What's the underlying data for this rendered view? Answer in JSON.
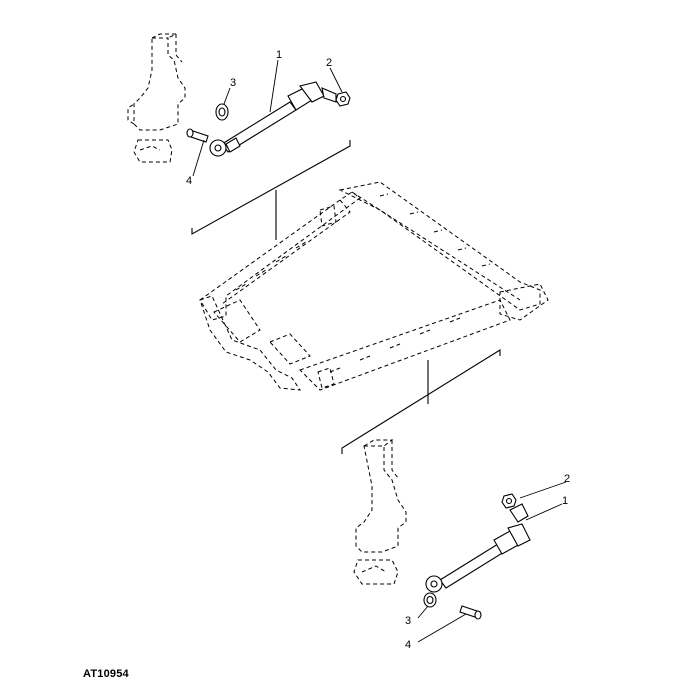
{
  "figure_id": "AT10954",
  "callouts": {
    "top": [
      {
        "number": "1"
      },
      {
        "number": "2"
      },
      {
        "number": "3"
      },
      {
        "number": "4"
      }
    ],
    "bottom": [
      {
        "number": "2"
      },
      {
        "number": "1"
      },
      {
        "number": "3"
      },
      {
        "number": "4"
      }
    ]
  }
}
